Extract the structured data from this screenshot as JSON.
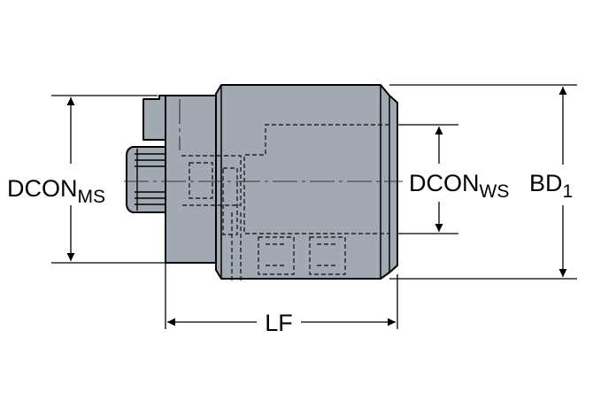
{
  "labels": {
    "dcon_ms": {
      "main": "DCON",
      "sub": "MS"
    },
    "dcon_ws": {
      "main": "DCON",
      "sub": "WS"
    },
    "bd": {
      "main": "BD",
      "sub": "1"
    },
    "lf": "LF"
  },
  "colors": {
    "body_fill": "#a3a9b3",
    "outline": "#000000",
    "hidden_line": "#222222",
    "background": "#ffffff"
  }
}
